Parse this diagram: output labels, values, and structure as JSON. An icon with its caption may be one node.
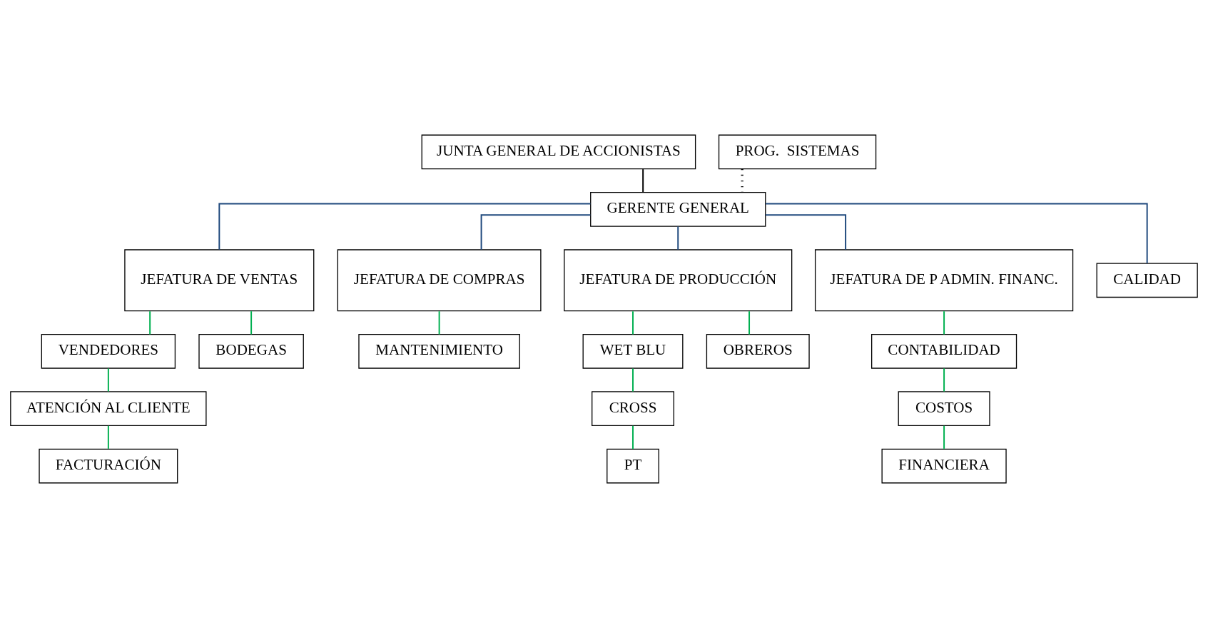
{
  "diagram": {
    "nodes": [
      {
        "text": [
          "JUNTA GENERAL DE ACCIONISTAS"
        ]
      },
      {
        "text": [
          "GERENTE GENERAL"
        ]
      },
      {
        "text": [
          "PROG.  SISTEMAS"
        ]
      },
      {
        "text": [
          "JEFATURA DE VENTAS"
        ]
      },
      {
        "text": [
          "JEFATURA DE COMPRAS"
        ]
      },
      {
        "text": [
          "JEFATURA DE PRODUCCIÓN"
        ]
      },
      {
        "text": [
          "JEFATURA DE P ADMIN. FINANC."
        ]
      },
      {
        "text": [
          "CALIDAD"
        ]
      },
      {
        "text": [
          "VENDEDORES"
        ]
      },
      {
        "text": [
          "MANTENIMIENTO"
        ]
      },
      {
        "text": [
          "WET BLU"
        ]
      },
      {
        "text": [
          "CONTABILIDAD"
        ]
      },
      {
        "text": [
          "ATENCIÓN AL CLIENTE"
        ]
      },
      {
        "text": [
          "CROSS"
        ]
      },
      {
        "text": [
          "COSTOS"
        ]
      },
      {
        "text": [
          "FACTURACIÓN"
        ]
      },
      {
        "text": [
          "PT"
        ]
      },
      {
        "text": [
          "FINANCIERA"
        ]
      },
      {
        "text": [
          "BODEGAS"
        ]
      },
      {
        "text": [
          "OBREROS"
        ]
      }
    ],
    "edges": [
      {
        "from": 0,
        "to": 1,
        "arrow": "none",
        "color": "#000000"
      },
      {
        "from": 2,
        "to": 1,
        "arrow": "none",
        "style": "dashed",
        "color": "#000000"
      },
      {
        "from": 1,
        "to": 3,
        "arrow": "none",
        "color": "#1f497d"
      },
      {
        "from": 1,
        "to": 4,
        "arrow": "none",
        "color": "#1f497d"
      },
      {
        "from": 1,
        "to": 5,
        "arrow": "none",
        "color": "#1f497d"
      },
      {
        "from": 1,
        "to": 6,
        "arrow": "none",
        "color": "#1f497d"
      },
      {
        "from": 1,
        "to": 7,
        "arrow": "none",
        "color": "#1f497d"
      },
      {
        "from": 3,
        "to": 8,
        "arrow": "none"
      },
      {
        "from": 8,
        "to": 12,
        "arrow": "none"
      },
      {
        "from": 12,
        "to": 15,
        "arrow": "none"
      },
      {
        "from": 3,
        "to": 18,
        "arrow": "none"
      },
      {
        "from": 4,
        "to": 9,
        "arrow": "none"
      },
      {
        "from": 5,
        "to": 10,
        "arrow": "none"
      },
      {
        "from": 10,
        "to": 13,
        "arrow": "none"
      },
      {
        "from": 13,
        "to": 16,
        "arrow": "none"
      },
      {
        "from": 5,
        "to": 19,
        "arrow": "none"
      },
      {
        "from": 6,
        "to": 11,
        "arrow": "none"
      },
      {
        "from": 11,
        "to": 14,
        "arrow": "none"
      },
      {
        "from": 14,
        "to": 17,
        "arrow": "none"
      }
    ]
  }
}
